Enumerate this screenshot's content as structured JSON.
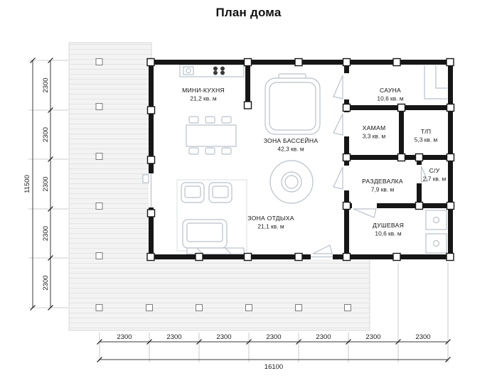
{
  "title": "План дома",
  "rooms": {
    "kitchen": {
      "name": "МИНИ-КУХНЯ",
      "area": "21,2 кв. м"
    },
    "pool": {
      "name": "ЗОНА БАССЕЙНА",
      "area": "42,3 кв. м"
    },
    "sauna": {
      "name": "САУНА",
      "area": "10,6 кв. м"
    },
    "hammam": {
      "name": "ХАМАМ",
      "area": "3,3 кв. м"
    },
    "tp": {
      "name": "Т/П",
      "area": "5,3 кв. м"
    },
    "su": {
      "name": "С/У",
      "area": "2,7 кв. м"
    },
    "dressing": {
      "name": "РАЗДЕВАЛКА",
      "area": "7,9 кв. м"
    },
    "shower": {
      "name": "ДУШЕВАЯ",
      "area": "10,6 кв. м"
    },
    "lounge": {
      "name": "ЗОНА ОТДЫХА",
      "area": "21,1 кв. м"
    }
  },
  "dimensions": {
    "left_total": "11500",
    "left_segments": [
      "2300",
      "2300",
      "2300",
      "2300",
      "2300"
    ],
    "bottom_segments": [
      "2300",
      "2300",
      "2300",
      "2300",
      "2300",
      "2300",
      "2300"
    ],
    "bottom_total": "16100"
  },
  "colors": {
    "wall": "#161616",
    "furniture": "#b9c1ca",
    "deck": "#f3f3f3"
  }
}
